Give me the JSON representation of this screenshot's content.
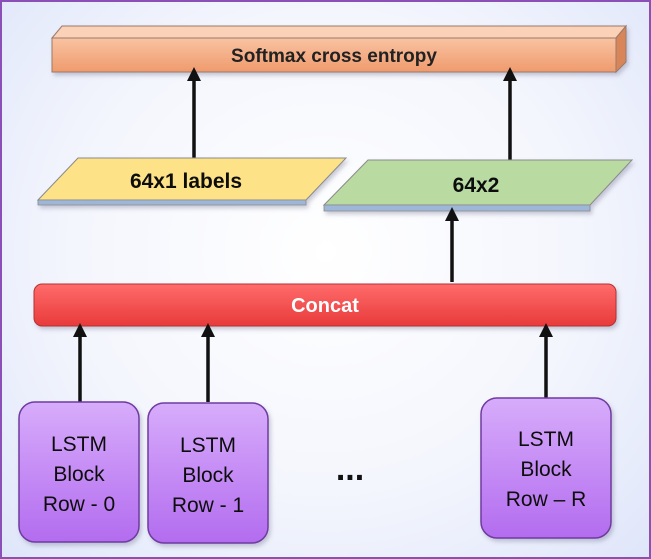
{
  "nodes": {
    "softmax": "Softmax cross entropy",
    "labels": "64x1 labels",
    "logits": "64x2",
    "concat": "Concat",
    "lstm_0": [
      "LSTM",
      "Block",
      "Row - 0"
    ],
    "lstm_1": [
      "LSTM",
      "Block",
      "Row - 1"
    ],
    "lstm_r": [
      "LSTM",
      "Block",
      "Row – R"
    ],
    "ellipsis": "..."
  },
  "colors": {
    "softmax": "#f4a77c",
    "labels": "#fde287",
    "logits": "#b9dba2",
    "concat": "#f24c4c",
    "lstm": "#bb78f0",
    "border": "#8a50b8"
  }
}
